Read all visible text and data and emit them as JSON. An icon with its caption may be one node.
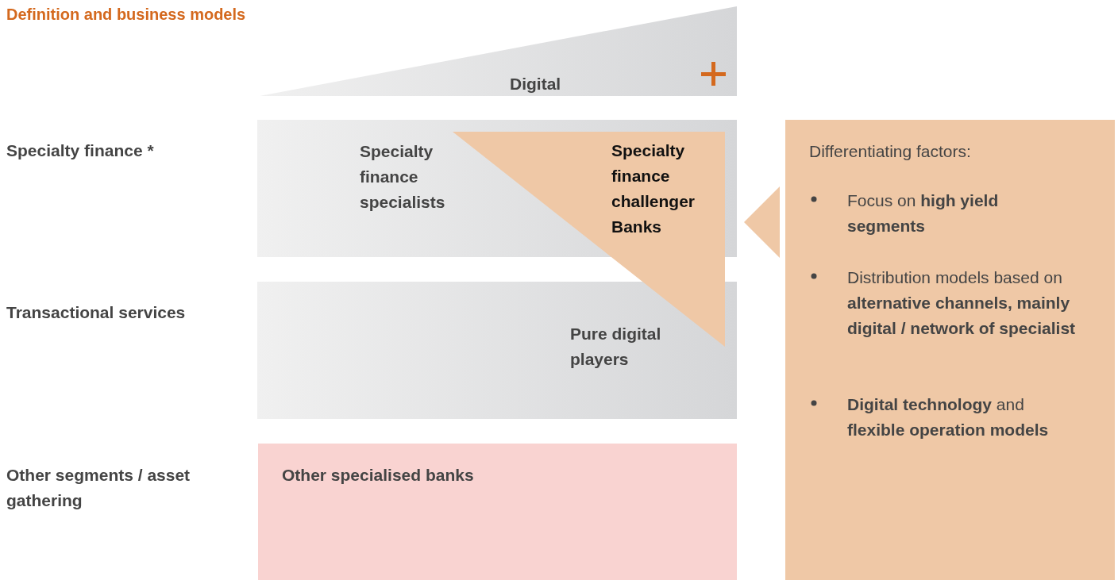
{
  "diagram": {
    "title": "Definition and business models",
    "nodes": [
      {
        "text": [
          "Digital"
        ]
      },
      {
        "text": [
          "Specialty finance specialists"
        ]
      },
      {
        "text": [
          "Pure digital players"
        ]
      },
      {
        "text": [
          "Other specialised banks"
        ]
      },
      {
        "text": [
          "Specialty finance challenger Banks"
        ]
      },
      {
        "text": [
          "Differentiating factors:",
          "Focus on **high yield segments**",
          "Distribution models based on **alternative channels, mainly digital / network of specialist**",
          "**Digital technology** and **flexible operation models**"
        ]
      }
    ],
    "labels": [
      "Specialty finance *",
      "Transactional services",
      "Other segments / asset gathering"
    ]
  }
}
